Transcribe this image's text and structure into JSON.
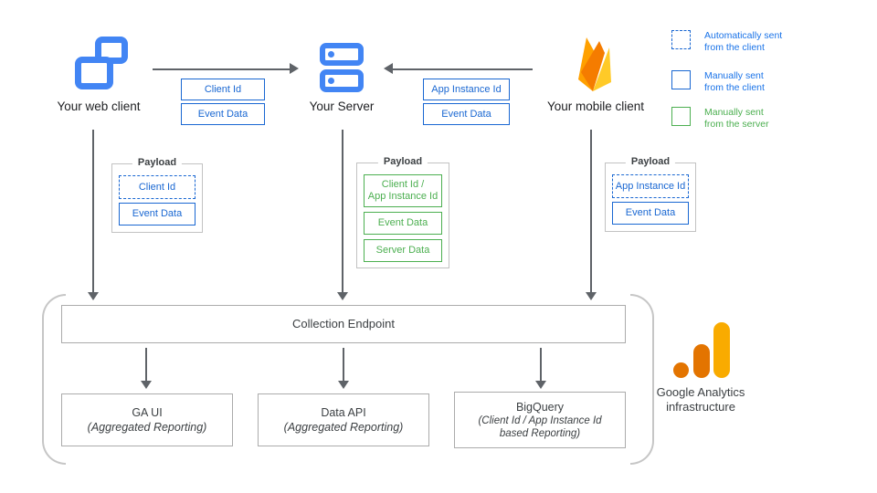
{
  "clients": {
    "web": {
      "label": "Your web client"
    },
    "server": {
      "label": "Your Server"
    },
    "mobile": {
      "label": "Your mobile client"
    }
  },
  "flow_labels": {
    "web_to_server": [
      "Client Id",
      "Event Data"
    ],
    "mobile_to_server": [
      "App Instance Id",
      "Event Data"
    ]
  },
  "legend": [
    {
      "label": "Automatically sent\nfrom the client",
      "style": "dashed-blue"
    },
    {
      "label": "Manually sent\nfrom the client",
      "style": "solid-blue"
    },
    {
      "label": "Manually sent\nfrom the server",
      "style": "solid-green"
    }
  ],
  "payloads": {
    "web": {
      "title": "Payload",
      "items": [
        "Client Id",
        "Event Data"
      ]
    },
    "server": {
      "title": "Payload",
      "items": [
        "Client Id /\nApp Instance Id",
        "Event Data",
        "Server Data"
      ]
    },
    "mobile": {
      "title": "Payload",
      "items": [
        "App Instance Id",
        "Event Data"
      ]
    }
  },
  "infrastructure": {
    "collection_endpoint": "Collection Endpoint",
    "outputs": [
      {
        "title": "GA UI",
        "subtitle": "(Aggregated Reporting)"
      },
      {
        "title": "Data API",
        "subtitle": "(Aggregated Reporting)"
      },
      {
        "title": "BigQuery",
        "subtitle": "(Client Id / App Instance Id\nbased Reporting)"
      }
    ],
    "caption": "Google Analytics\ninfrastructure"
  },
  "colors": {
    "icon_blue": "#4285F4",
    "box_blue": "#1967D2",
    "legend_blue": "#1A73E8",
    "green": "#4CAF50",
    "arrow_gray": "#5F6368",
    "ga_orange": "#E37400",
    "ga_amber": "#F9AB00",
    "firebase_yellow": "#FFCA28",
    "firebase_orange": "#FFA000"
  }
}
